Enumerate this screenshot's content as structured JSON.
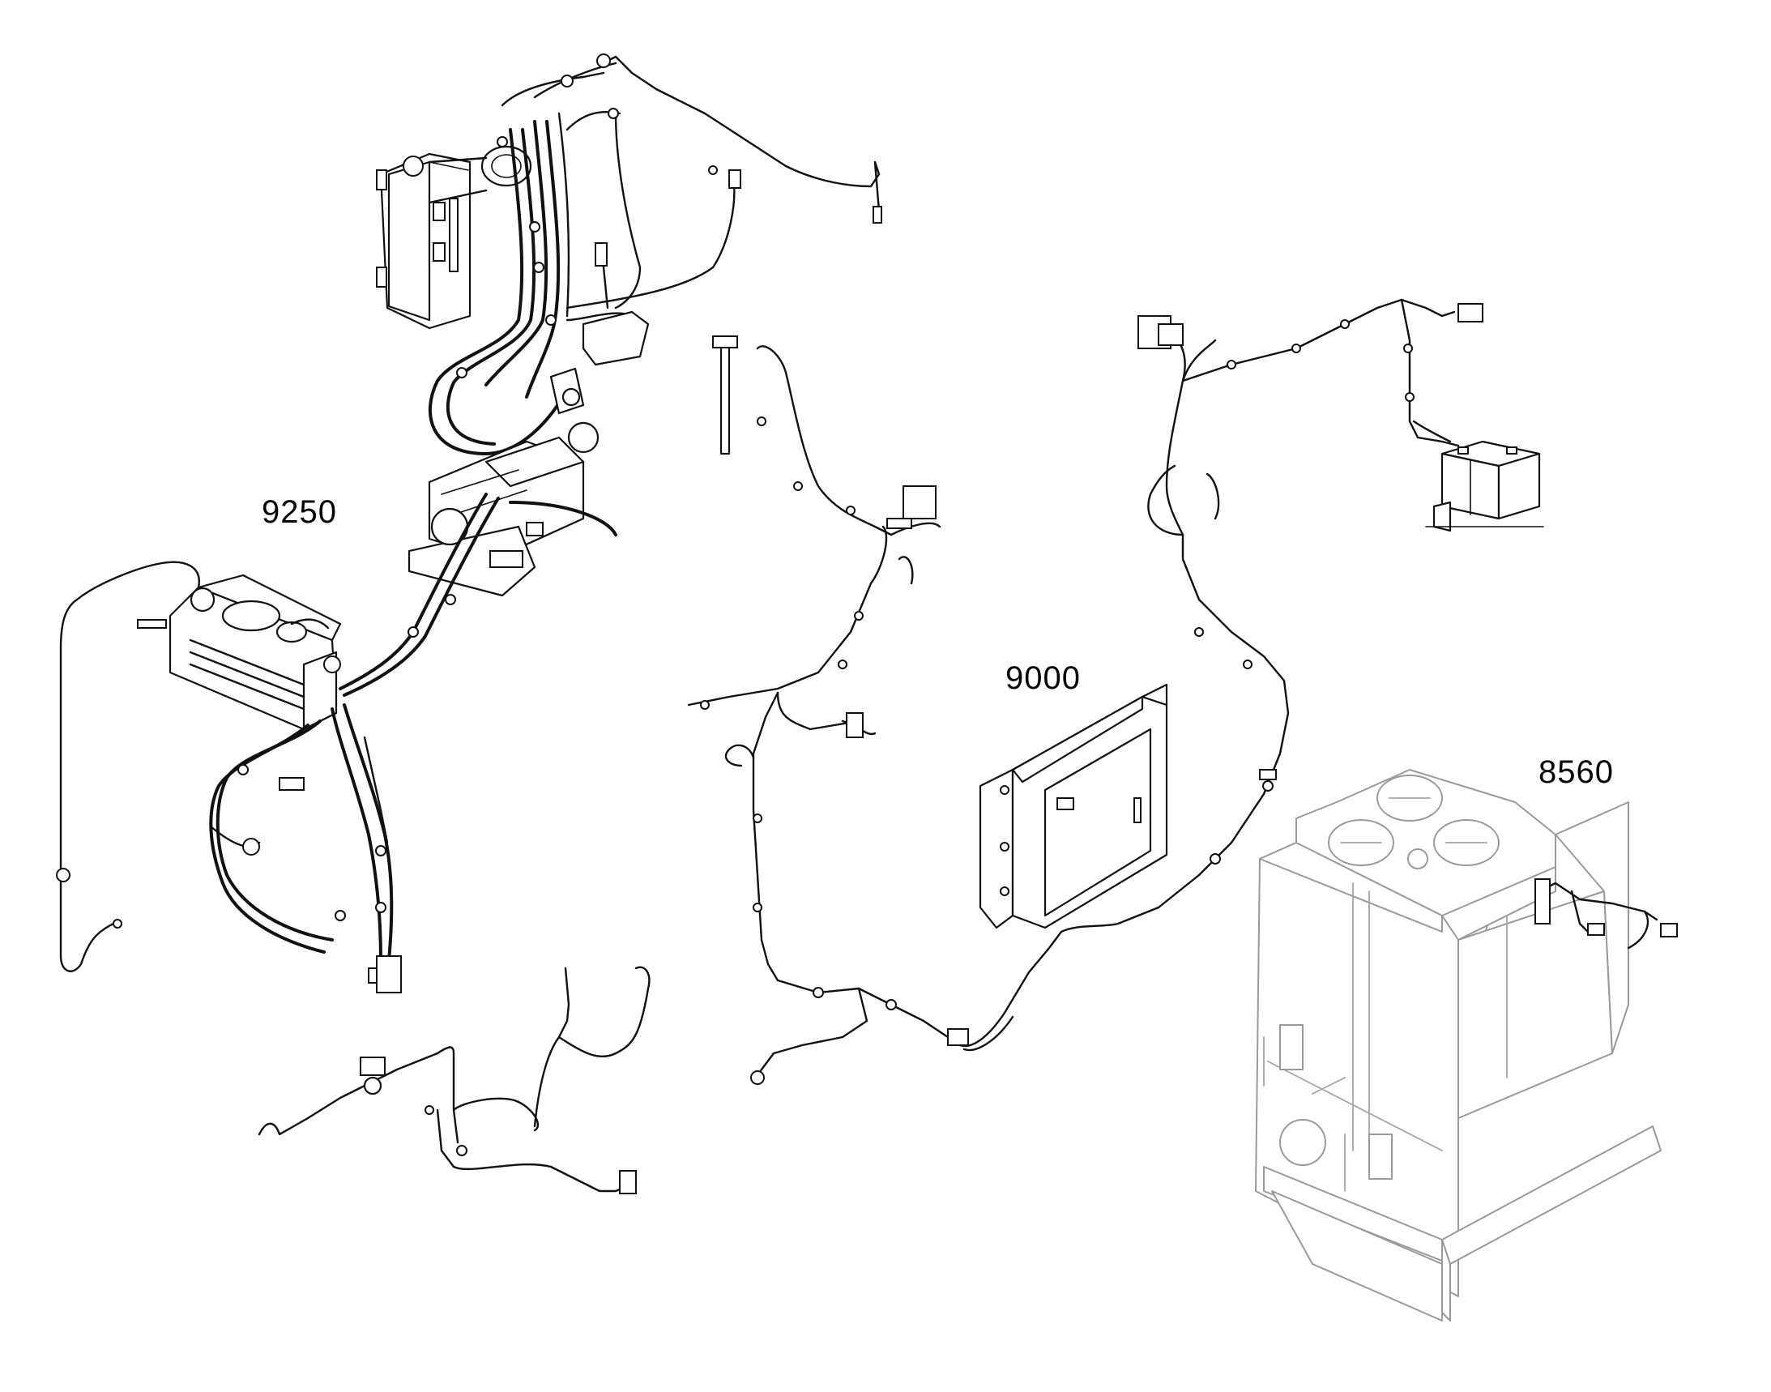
{
  "callouts": {
    "harness_9250": "9250",
    "harness_9000": "9000",
    "harness_8560": "8560"
  },
  "colors": {
    "line": "#111111",
    "ghost_line": "#9a9a9a",
    "background": "#ffffff"
  }
}
